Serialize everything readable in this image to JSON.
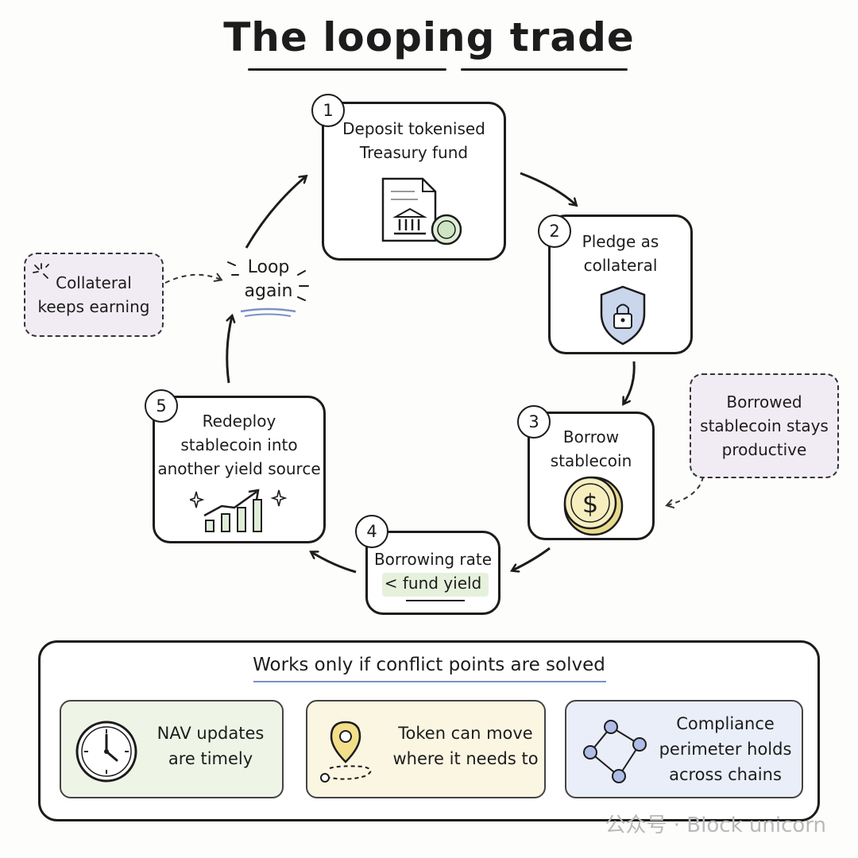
{
  "title": "The looping trade",
  "steps": [
    {
      "number": "1",
      "label": "Deposit tokenised\nTreasury fund"
    },
    {
      "number": "2",
      "label": "Pledge as\ncollateral"
    },
    {
      "number": "3",
      "label": "Borrow\nstablecoin"
    },
    {
      "number": "4",
      "label_line1": "Borrowing rate",
      "label_line2": "< fund yield"
    },
    {
      "number": "5",
      "label": "Redeploy\nstablecoin into\nanother yield source"
    }
  ],
  "loop_label": "Loop\nagain",
  "notes": {
    "left": "Collateral\nkeeps earning",
    "right": "Borrowed\nstablecoin stays\nproductive"
  },
  "conditions": {
    "heading": "Works only if conflict points are solved",
    "cards": [
      {
        "text": "NAV updates\nare timely",
        "icon": "clock-icon",
        "bg": "#eef5e6"
      },
      {
        "text": "Token can move\nwhere it needs to",
        "icon": "location-pin-icon",
        "bg": "#fbf6e2"
      },
      {
        "text": "Compliance\nperimeter holds\nacross chains",
        "icon": "network-nodes-icon",
        "bg": "#eaeef8"
      }
    ]
  },
  "watermark": "公众号 · Block unicorn",
  "colors": {
    "ink": "#1c1c1c",
    "note_bg": "#f1ecf4",
    "highlight_green": "#e6f1dc",
    "coin_yellow": "#f3e6a6",
    "shield_blue": "#c9d6ec"
  }
}
